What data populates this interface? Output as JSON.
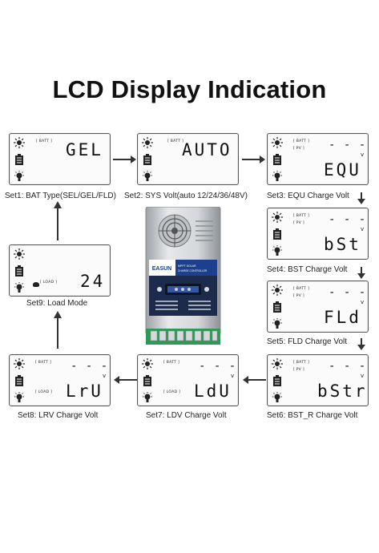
{
  "title": "LCD Display Indication",
  "panels": [
    {
      "id": "set1",
      "tags": [
        "[ BATT ]"
      ],
      "display": "GEL",
      "caption": "Set1: BAT Type(SEL/GEL/FLD)"
    },
    {
      "id": "set2",
      "tags": [
        "[ BATT ]"
      ],
      "display": "AUTO",
      "caption": "Set2: SYS Volt(auto  12/24/36/48V)"
    },
    {
      "id": "set3",
      "tags": [
        "[ BATT ]",
        "[ PV ]"
      ],
      "display_top": "- - -",
      "display": "EQU",
      "unit": "v",
      "caption": "Set3: EQU Charge Volt"
    },
    {
      "id": "set4",
      "tags": [
        "[ BATT ]",
        "[ PV ]"
      ],
      "display_top": "- - -",
      "display": "bSt",
      "unit": "v",
      "caption": "Set4: BST Charge Volt"
    },
    {
      "id": "set5",
      "tags": [
        "[ BATT ]",
        "[ PV ]"
      ],
      "display_top": "- - -",
      "display": "FLd",
      "unit": "v",
      "caption": "Set5: FLD Charge Volt"
    },
    {
      "id": "set6",
      "tags": [
        "[ BATT ]",
        "[ PV ]"
      ],
      "display_top": "- - -",
      "display": "bStr",
      "unit": "v",
      "caption": "Set6: BST_R Charge Volt"
    },
    {
      "id": "set7",
      "tags": [
        "[ BATT ]",
        "[ LOAD ]"
      ],
      "display_top": "- - -",
      "display": "LdU",
      "unit": "v",
      "caption": "Set7: LDV Charge Volt"
    },
    {
      "id": "set8",
      "tags": [
        "[ BATT ]",
        "[ LOAD ]"
      ],
      "display_top": "- - -",
      "display": "LrU",
      "unit": "v",
      "caption": "Set8: LRV Charge Volt"
    },
    {
      "id": "set9",
      "tags": [
        "[ LOAD ]"
      ],
      "display": "24",
      "caption": "Set9: Load Mode"
    }
  ],
  "device": {
    "brand": "EASUN",
    "label_line1": "MPPT SOLAR",
    "label_line2": "CHARGE CONTROLLER",
    "body_color": "#c9ccd0",
    "label_color": "#1d3f8f"
  },
  "icons": [
    "sun-icon",
    "battery-icon",
    "bulb-icon"
  ]
}
